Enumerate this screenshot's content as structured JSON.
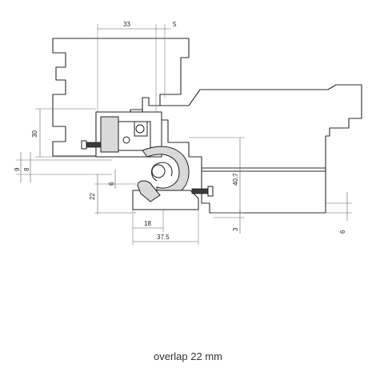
{
  "caption": "overlap 22 mm",
  "dimensions": {
    "d33": "33",
    "d5": "5",
    "d30": "30",
    "d9": "9",
    "d8": "8",
    "d6": "6",
    "d22": "22",
    "d40_7": "40.7",
    "d3": "3",
    "d6_right": "6",
    "d18": "18",
    "d37_5": "37.5"
  }
}
